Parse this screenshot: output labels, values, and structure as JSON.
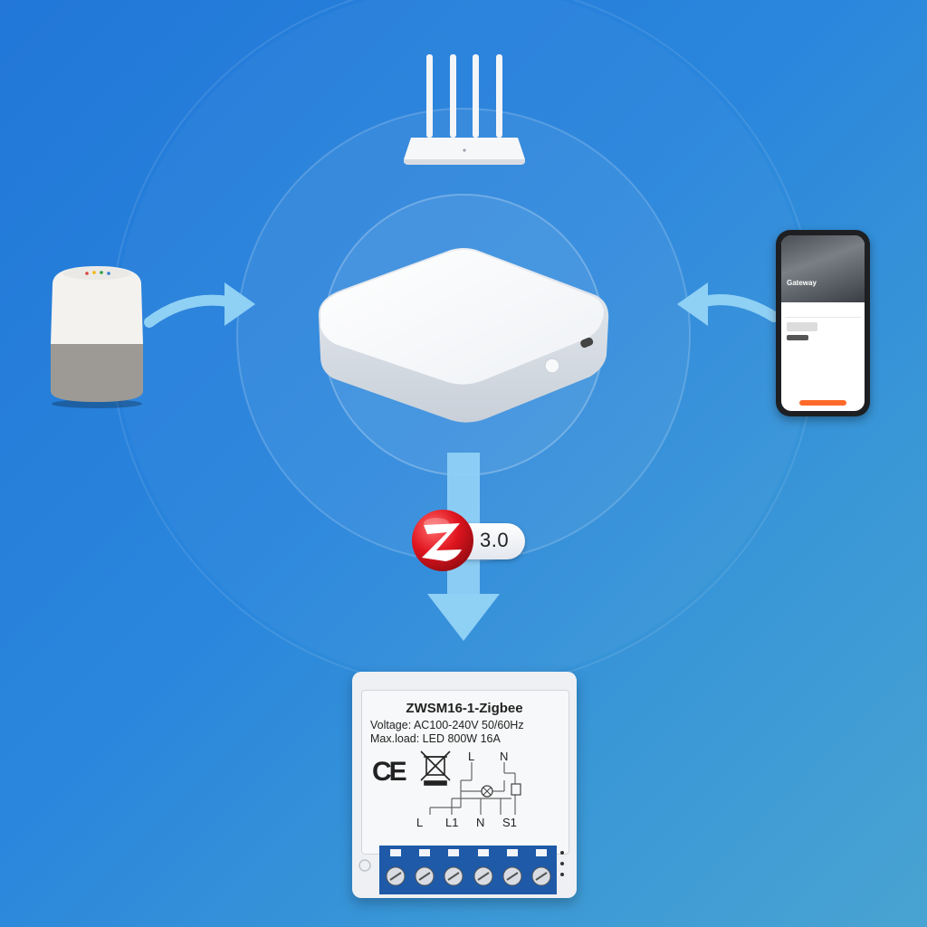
{
  "colors": {
    "background_start": "#2277d8",
    "background_end": "#49a3d2",
    "arrow": "#8fd0f5",
    "zigbee_red": "#e0151f",
    "terminal_blue": "#1e5aa8"
  },
  "devices": {
    "router": {
      "icon": "wifi-router-icon"
    },
    "hub": {
      "icon": "zigbee-gateway-hub"
    },
    "speaker": {
      "icon": "smart-speaker-icon"
    },
    "phone": {
      "icon": "smartphone-app-icon",
      "screen_title": "Gateway"
    }
  },
  "badge": {
    "version": "3.0",
    "icon": "zigbee-logo"
  },
  "module": {
    "model": "ZWSM16-1-Zigbee",
    "voltage": "Voltage: AC100-240V 50/60Hz",
    "maxload": "Max.load: LED 800W 16A",
    "ce_mark": "CE",
    "top_labels": [
      "L",
      "N"
    ],
    "terminal_labels": [
      "L",
      "L1",
      "N",
      "S1"
    ]
  }
}
